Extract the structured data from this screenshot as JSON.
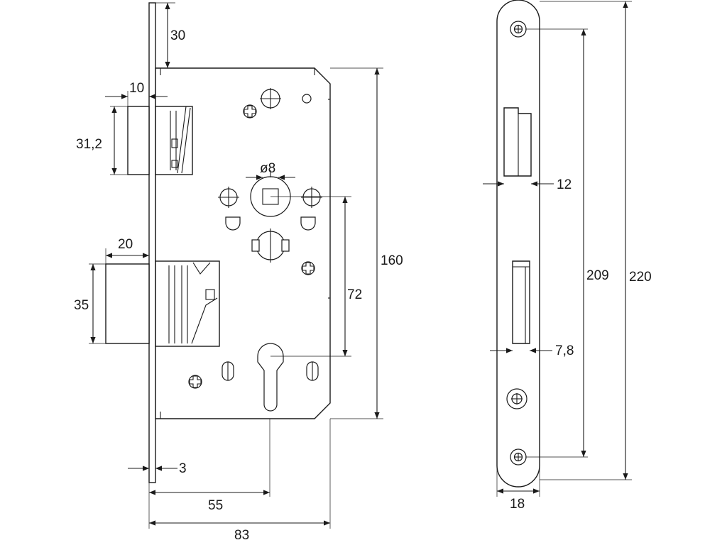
{
  "lock_dimensions": {
    "faceplate_top_offset": "30",
    "latch_projection": "10",
    "latch_height": "31,2",
    "spindle_diameter": "ø8",
    "bolt_projection": "20",
    "bolt_height": "35",
    "centre_distance": "72",
    "case_height": "160",
    "faceplate_thickness": "3",
    "backset": "55",
    "case_depth": "83"
  },
  "faceplate_dimensions": {
    "latch_slot_width": "12",
    "bolt_slot_width": "7,8",
    "screw_hole_spacing": "209",
    "faceplate_length": "220",
    "faceplate_width": "18"
  }
}
